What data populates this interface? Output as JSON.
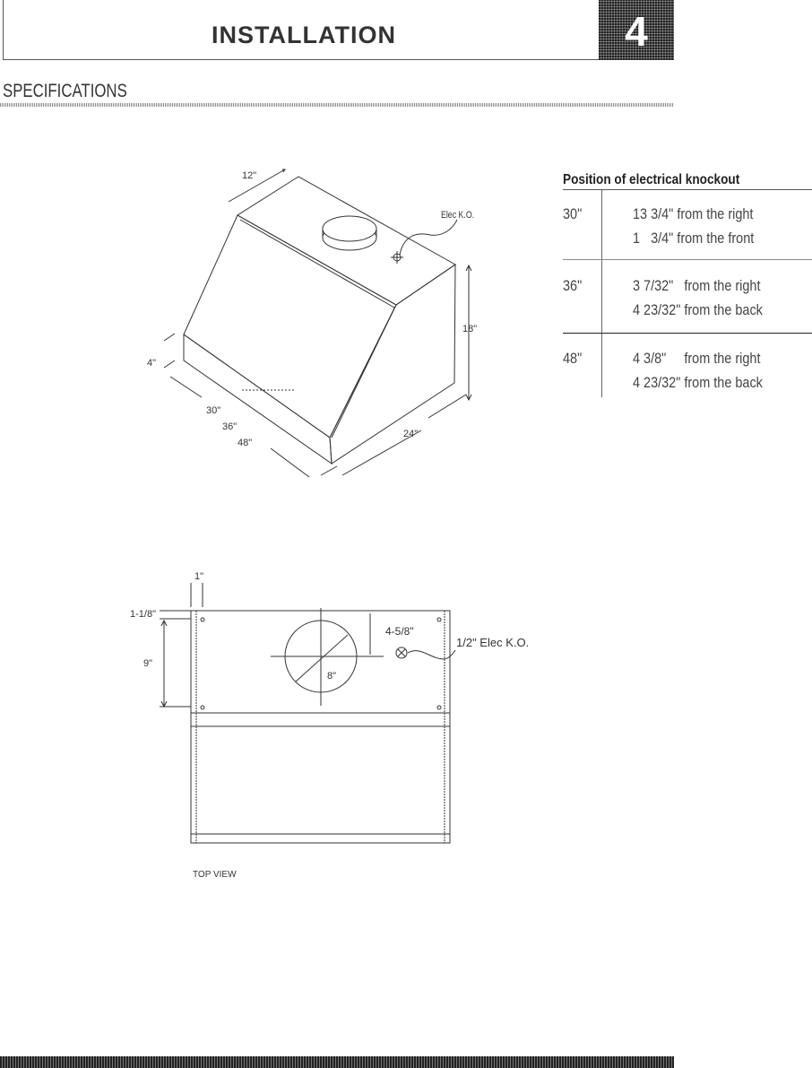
{
  "header": {
    "title": "INSTALLATION",
    "chapter_number": "4"
  },
  "section": {
    "title": "SPECIFICATIONS"
  },
  "knockout_table": {
    "title": "Position of electrical knockout",
    "rows": [
      {
        "size": "30\"",
        "line1": "13 3/4\" from the right",
        "line2": "1   3/4\" from the front"
      },
      {
        "size": "36\"",
        "line1": "3 7/32\"   from the right",
        "line2": "4 23/32\" from the back"
      },
      {
        "size": "48\"",
        "line1": "4 3/8\"     from the right",
        "line2": "4 23/32\" from the back"
      }
    ]
  },
  "iso_drawing": {
    "depth_top": "12\"",
    "elec_ko": "Elec K.O.",
    "height": "18\"",
    "front_height": "4\"",
    "widths": [
      "30\"",
      "36\"",
      "48\""
    ],
    "depth": "24\""
  },
  "top_view": {
    "caption": "TOP VIEW",
    "flange": "1\"",
    "offset": "1-1/8\"",
    "span": "9\"",
    "duct_offset": "4-5/8\"",
    "duct_dia": "8\"",
    "elec_ko": "1/2\" Elec K.O."
  }
}
